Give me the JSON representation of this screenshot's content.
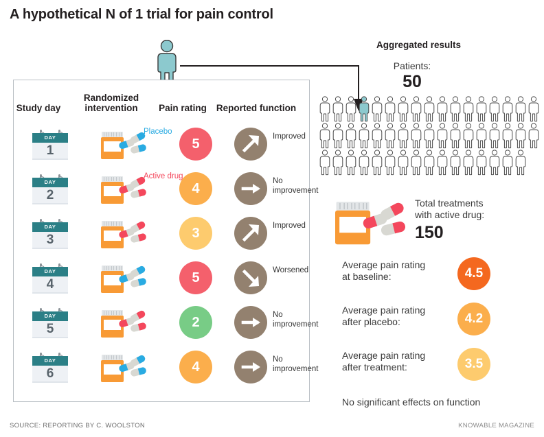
{
  "title": "A hypothetical N of 1 trial for pain control",
  "colors": {
    "teal": "#8CC9CE",
    "calendar_header": "#2B7F86",
    "bottle_orange": "#F89A35",
    "placebo_blue": "#29ABE2",
    "active_red": "#F4475C",
    "function_brown": "#93816F",
    "pain_5": "#F4606C",
    "pain_4": "#FBAE4C",
    "pain_3": "#FDCB6E",
    "pain_2": "#78CC86",
    "avg_baseline": "#F4681F",
    "avg_placebo": "#FBAE4C",
    "avg_treatment": "#FDCB6E"
  },
  "columns": {
    "study_day": "Study day",
    "intervention": "Randomized\nintervention",
    "intervention_line1": "Randomized",
    "intervention_line2": "intervention",
    "pain_rating": "Pain rating",
    "reported_function": "Reported function"
  },
  "day_word": "DAY",
  "rows": [
    {
      "day": "1",
      "pill_color": "placebo_blue",
      "drug_tag": "Placebo",
      "drug_tag_color": "#29ABE2",
      "pain": "5",
      "pain_color": "pain_5",
      "function": "Improved",
      "arrow": "arrow-up-right-icon"
    },
    {
      "day": "2",
      "pill_color": "active_red",
      "drug_tag": "Active drug",
      "drug_tag_color": "#F4475C",
      "pain": "4",
      "pain_color": "pain_4",
      "function": "No improvement",
      "arrow": "arrow-right-icon"
    },
    {
      "day": "3",
      "pill_color": "active_red",
      "drug_tag": "",
      "drug_tag_color": "#F4475C",
      "pain": "3",
      "pain_color": "pain_3",
      "function": "Improved",
      "arrow": "arrow-up-right-icon"
    },
    {
      "day": "4",
      "pill_color": "placebo_blue",
      "drug_tag": "",
      "drug_tag_color": "#29ABE2",
      "pain": "5",
      "pain_color": "pain_5",
      "function": "Worsened",
      "arrow": "arrow-down-right-icon"
    },
    {
      "day": "5",
      "pill_color": "active_red",
      "drug_tag": "",
      "drug_tag_color": "#F4475C",
      "pain": "2",
      "pain_color": "pain_2",
      "function": "No improvement",
      "arrow": "arrow-right-icon"
    },
    {
      "day": "6",
      "pill_color": "placebo_blue",
      "drug_tag": "",
      "drug_tag_color": "#29ABE2",
      "pain": "4",
      "pain_color": "pain_4",
      "function": "No improvement",
      "arrow": "arrow-right-icon"
    }
  ],
  "aggregated": {
    "title": "Aggregated results",
    "patients_label": "Patients:",
    "patients_value": "50",
    "people_rows": [
      17,
      17,
      16
    ],
    "highlighted_person_index": 3,
    "total_treatments_label": "Total treatments\nwith active drug:",
    "total_treatments_line1": "Total treatments",
    "total_treatments_line2": "with active drug:",
    "total_treatments_value": "150",
    "averages": [
      {
        "label_line1": "Average pain rating",
        "label_line2": "at baseline:",
        "value": "4.5",
        "color": "avg_baseline"
      },
      {
        "label_line1": "Average pain rating",
        "label_line2": "after placebo:",
        "value": "4.2",
        "color": "avg_placebo"
      },
      {
        "label_line1": "Average pain rating",
        "label_line2": "after treatment:",
        "value": "3.5",
        "color": "avg_treatment"
      }
    ],
    "no_effects": "No significant effects on function"
  },
  "footer": {
    "source": "SOURCE: REPORTING BY C. WOOLSTON",
    "brand": "KNOWABLE MAGAZINE"
  }
}
